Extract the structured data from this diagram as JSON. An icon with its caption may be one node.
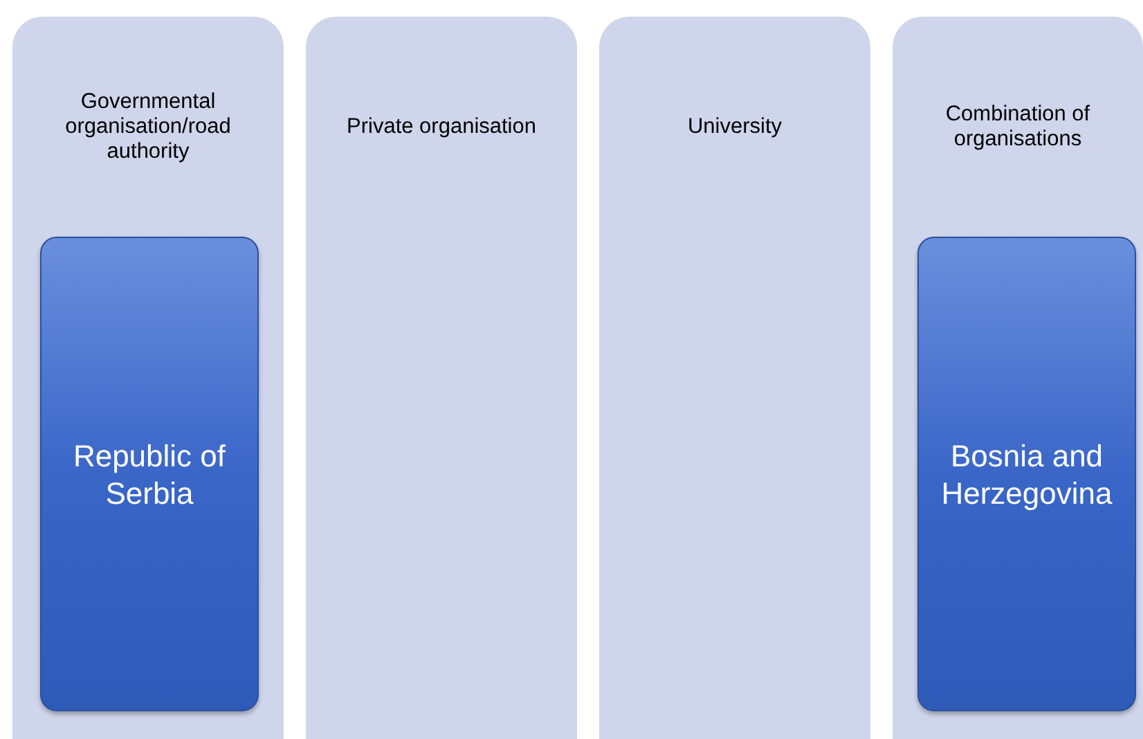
{
  "diagram": {
    "nodes": [
      {
        "text": [
          "Governmental organisation/road authority"
        ]
      },
      {
        "text": [
          "Private organisation"
        ]
      },
      {
        "text": [
          "University"
        ]
      },
      {
        "text": [
          "Combination of organisations"
        ]
      },
      {
        "text": [
          "Republic of Serbia"
        ],
        "in": 0
      },
      {
        "text": [
          "Bosnia and Herzegovina"
        ],
        "in": 3
      }
    ]
  }
}
